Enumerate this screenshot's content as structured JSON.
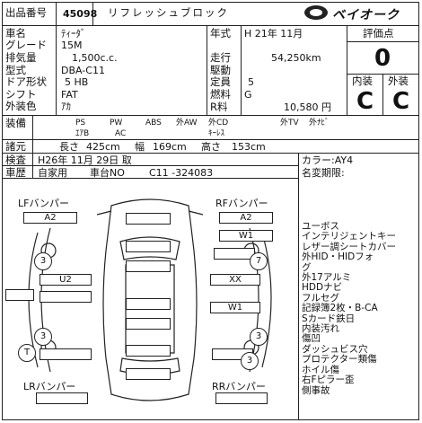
{
  "header": {
    "lot_label": "出品番号",
    "lot_number": "45098",
    "shop_name": "リフレッシュブロック",
    "logo_text": "ベイオーク"
  },
  "specs": {
    "car_name_label": "車名",
    "car_name": "ﾃｨｰﾀﾞ",
    "grade_label": "グレード",
    "grade": "15M",
    "displacement_label": "排気量",
    "displacement": "1,500c.c.",
    "model_label": "型式",
    "model": "DBA-C11",
    "doors_label": "ドア形状",
    "doors": "5 HB",
    "shift_label": "シフト",
    "shift": "FAT",
    "color_label": "外装色",
    "color": "ｱｶ",
    "year_label": "年式",
    "year": "H 21年 11月",
    "mileage_label": "走行",
    "mileage": "54,250km",
    "drive_label": "駆動",
    "drive": "",
    "capacity_label": "定員",
    "capacity": "5",
    "fuel_label": "燃料",
    "fuel": "G",
    "price_label": "R料",
    "price": "10,580 円"
  },
  "grades": {
    "title": "評価点",
    "score": "0",
    "interior_label": "内装",
    "exterior_label": "外装",
    "interior": "C",
    "exterior": "C"
  },
  "equipment": {
    "label": "装備",
    "row1": [
      "PS",
      "PW",
      "ABS",
      "外AW",
      "外CD",
      "外TV",
      "外ﾅﾋﾞ"
    ],
    "row2": [
      "ｴｱB",
      "AC",
      "ｷｰﾚｽ"
    ]
  },
  "dimensions": {
    "label": "諸元",
    "length_label": "長さ",
    "length": "425cm",
    "width_label": "幅",
    "width": "169cm",
    "height_label": "高さ",
    "height": "153cm"
  },
  "inspection": {
    "label": "検査",
    "value": "H26年 11月 29日 取",
    "history_label": "車歴",
    "history": "自家用",
    "chassis_label": "車台NO",
    "chassis": "C11 -324083",
    "color_code": "カラー:AY4",
    "name_change": "名変期限:"
  },
  "diagram": {
    "lf_label": "LFバンパー",
    "rf_label": "RFバンパー",
    "lr_label": "LRバンパー",
    "rr_label": "RRバンパー",
    "marks": {
      "lf_bumper": "A2",
      "rf_bumper": "A2",
      "right_front": "W1",
      "left_door": "U2",
      "right_door_front": "XX",
      "right_door_rear": "W1",
      "c1": "3",
      "c2": "3",
      "c3": "7",
      "c4": "3",
      "c5": "3",
      "t": "T"
    }
  },
  "notes": [
    "ユーボス",
    "インテリジェントキー",
    "レザー調シートカバー",
    "外HID・HIDフォ",
    "グ",
    "外17アルミ",
    "HDDナビ",
    "フルセグ",
    "記録簿2枚・B-CA",
    "Sカード鉄日",
    "内装汚れ",
    "傷凹",
    "ダッシュビス穴",
    "プロテクター類傷",
    "ホイル傷",
    "右Fピラー歪",
    "側事故"
  ]
}
